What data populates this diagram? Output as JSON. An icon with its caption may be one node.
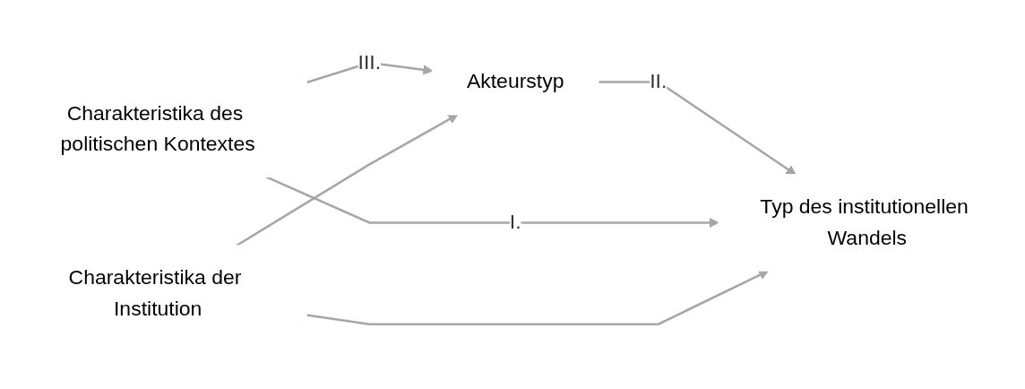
{
  "diagram": {
    "nodes": [
      {
        "text": [
          "Charakteristika des politischen Kontextes"
        ]
      },
      {
        "text": [
          "Charakteristika der Institution"
        ]
      },
      {
        "text": [
          "Akteurstyp"
        ]
      },
      {
        "text": [
          "Typ des institutionellen Wandels"
        ]
      }
    ],
    "edges": [
      {
        "from": 0,
        "to": 2,
        "arrow": "to",
        "label": "III."
      },
      {
        "from": 1,
        "to": 2,
        "arrow": "to"
      },
      {
        "from": 2,
        "to": 3,
        "arrow": "to",
        "label": "II."
      },
      {
        "from": 0,
        "to": 3,
        "arrow": "to",
        "label": "I."
      },
      {
        "from": 1,
        "to": 3,
        "arrow": "to"
      }
    ]
  }
}
